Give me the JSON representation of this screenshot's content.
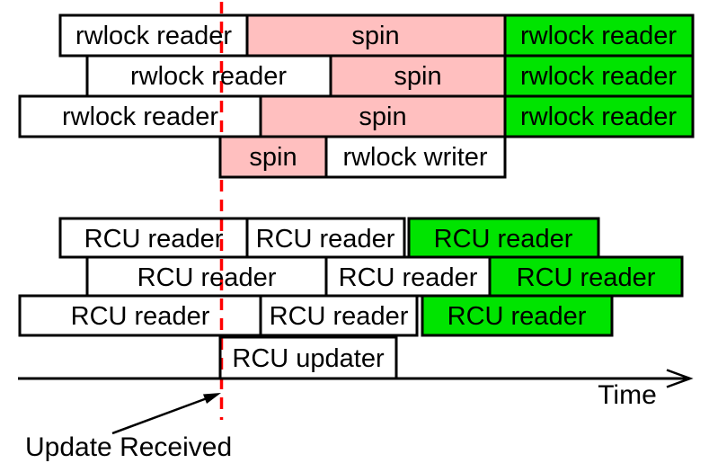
{
  "colors": {
    "spin_pink": "#ffbfbf",
    "reader_green": "#00e400",
    "marker_red": "#ff0000",
    "line_black": "#000000"
  },
  "rwlock_timeline": {
    "rows": [
      {
        "cells": [
          {
            "label": "rwlock reader"
          },
          {
            "label": "spin"
          },
          {
            "label": "rwlock reader"
          }
        ]
      },
      {
        "cells": [
          {
            "label": "rwlock reader"
          },
          {
            "label": "spin"
          },
          {
            "label": "rwlock reader"
          }
        ]
      },
      {
        "cells": [
          {
            "label": "rwlock reader"
          },
          {
            "label": "spin"
          },
          {
            "label": "rwlock reader"
          }
        ]
      },
      {
        "cells": [
          {
            "label": "spin"
          },
          {
            "label": "rwlock writer"
          }
        ]
      }
    ]
  },
  "rcu_timeline": {
    "rows": [
      {
        "cells": [
          {
            "label": "RCU reader"
          },
          {
            "label": "RCU reader"
          },
          {
            "label": "RCU reader"
          }
        ]
      },
      {
        "cells": [
          {
            "label": "RCU reader"
          },
          {
            "label": "RCU reader"
          },
          {
            "label": "RCU reader"
          }
        ]
      },
      {
        "cells": [
          {
            "label": "RCU reader"
          },
          {
            "label": "RCU reader"
          },
          {
            "label": "RCU reader"
          }
        ]
      },
      {
        "cells": [
          {
            "label": "RCU updater"
          }
        ]
      }
    ]
  },
  "time_axis": {
    "label": "Time"
  },
  "annotation": {
    "label": "Update Received"
  }
}
